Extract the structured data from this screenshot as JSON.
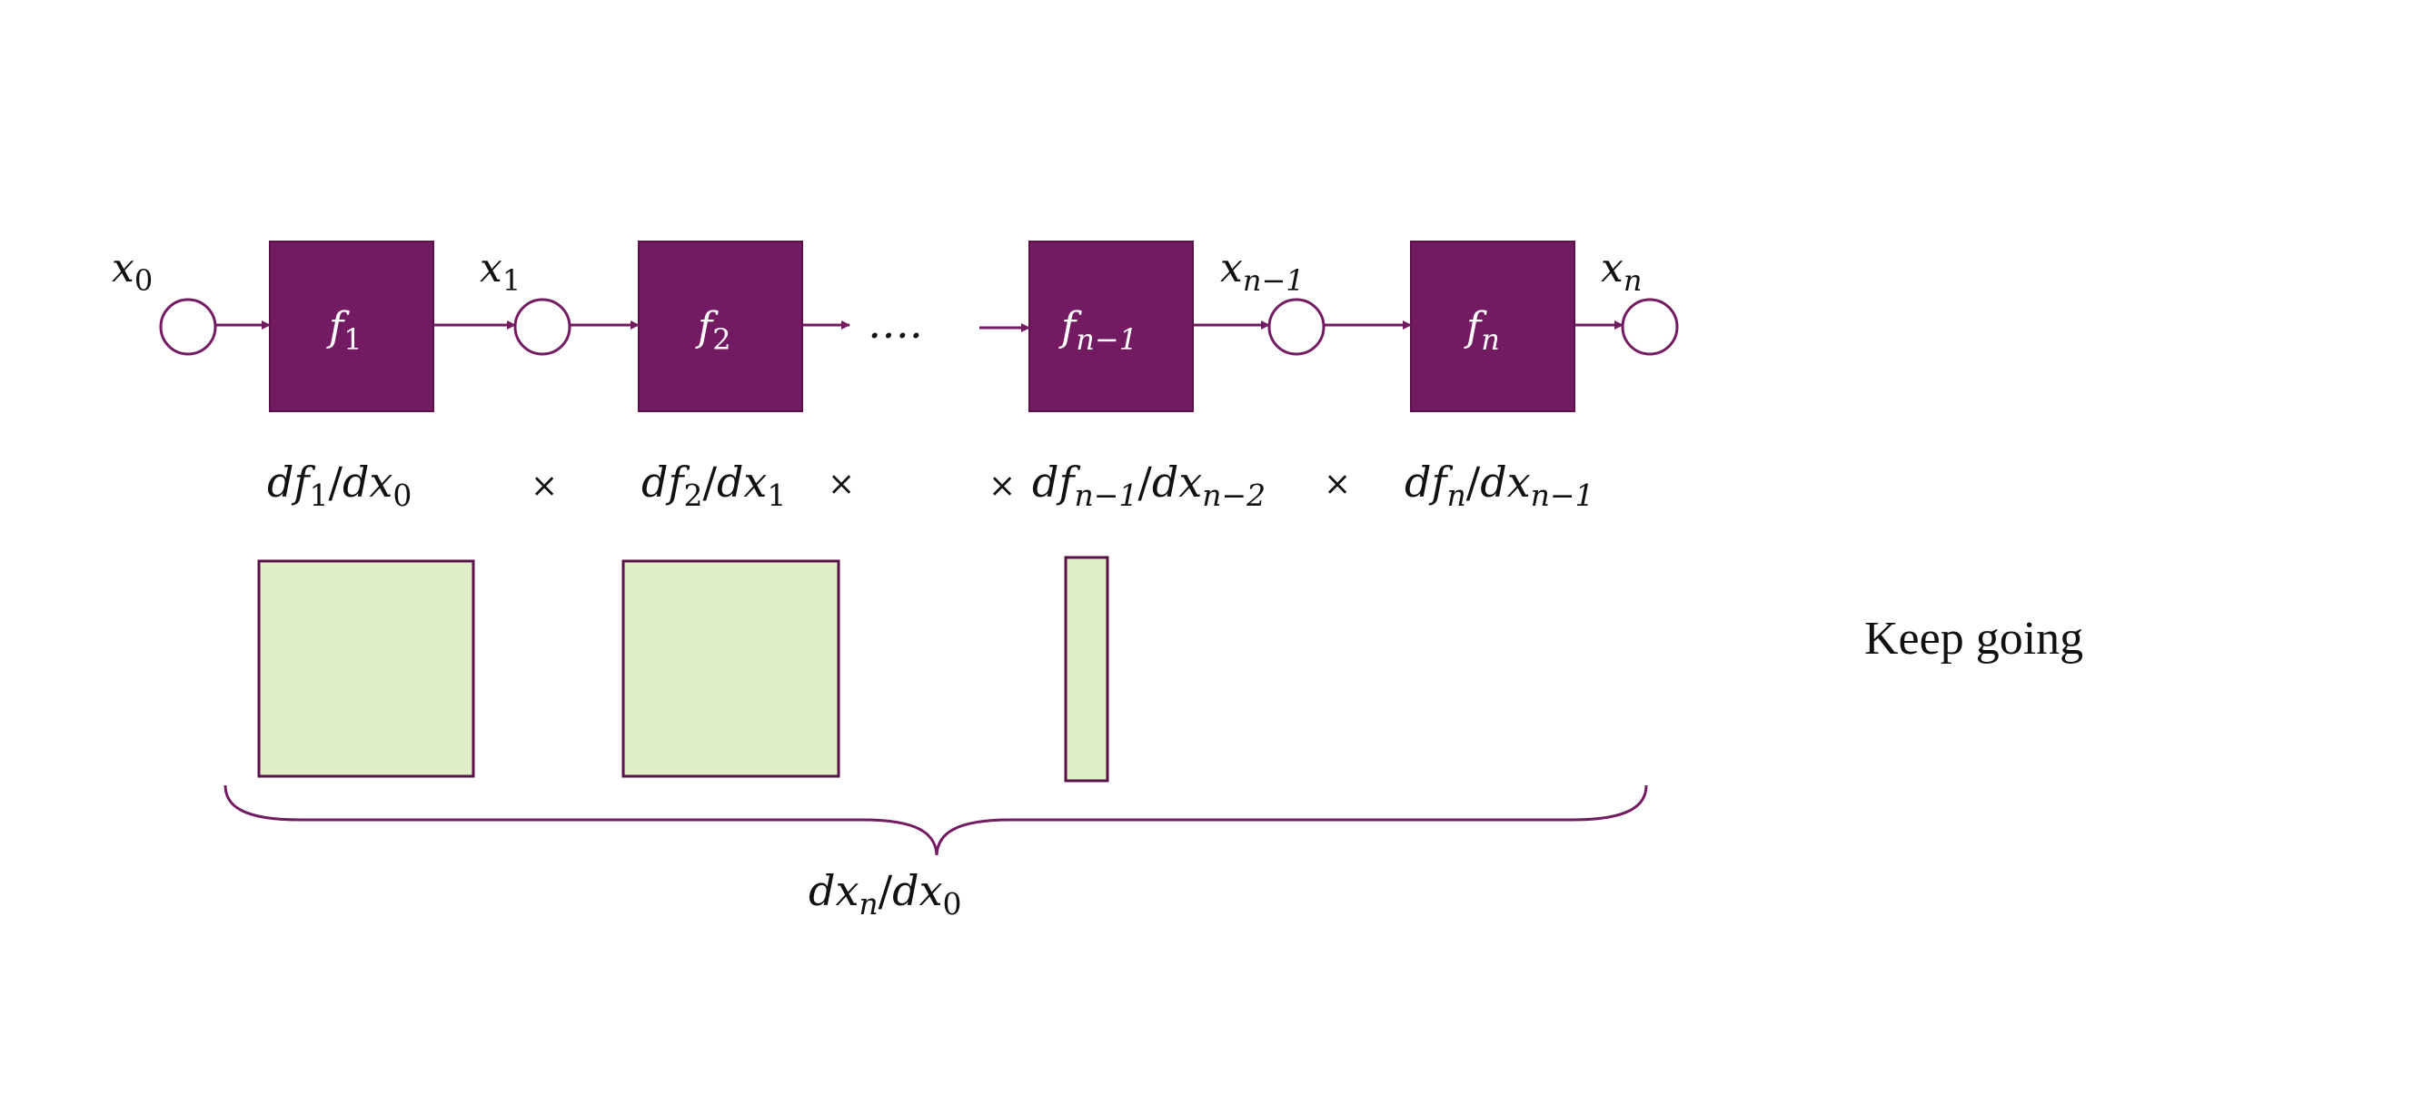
{
  "colors": {
    "function_box": "#731b62",
    "stroke": "#731b62",
    "jacobian_fill": "#dfefc8",
    "text": "#111111",
    "box_text": "#ffffff"
  },
  "nodes": {
    "x0": {
      "base": "x",
      "sub": "0"
    },
    "x1": {
      "base": "x",
      "sub": "1"
    },
    "xn1": {
      "base": "x",
      "sub": "n−1"
    },
    "xn": {
      "base": "x",
      "sub": "n"
    }
  },
  "functions": {
    "f1": {
      "base": "f",
      "sub": "1"
    },
    "f2": {
      "base": "f",
      "sub": "2"
    },
    "fn1": {
      "base": "f",
      "sub": "n−1"
    },
    "fn": {
      "base": "f",
      "sub": "n"
    }
  },
  "ellipsis": "….",
  "derivatives": {
    "d1": {
      "num_base": "df",
      "num_sub": "1",
      "den_base": "dx",
      "den_sub": "0"
    },
    "d2": {
      "num_base": "df",
      "num_sub": "2",
      "den_base": "dx",
      "den_sub": "1"
    },
    "dn1": {
      "num_base": "df",
      "num_sub": "n−1",
      "den_base": "dx",
      "den_sub": "n−2"
    },
    "dn": {
      "num_base": "df",
      "num_sub": "n",
      "den_base": "dx",
      "den_sub": "n−1"
    }
  },
  "times_symbol": "×",
  "total": {
    "num_base": "dx",
    "num_sub": "n",
    "den_base": "dx",
    "den_sub": "0"
  },
  "note": "Keep going"
}
